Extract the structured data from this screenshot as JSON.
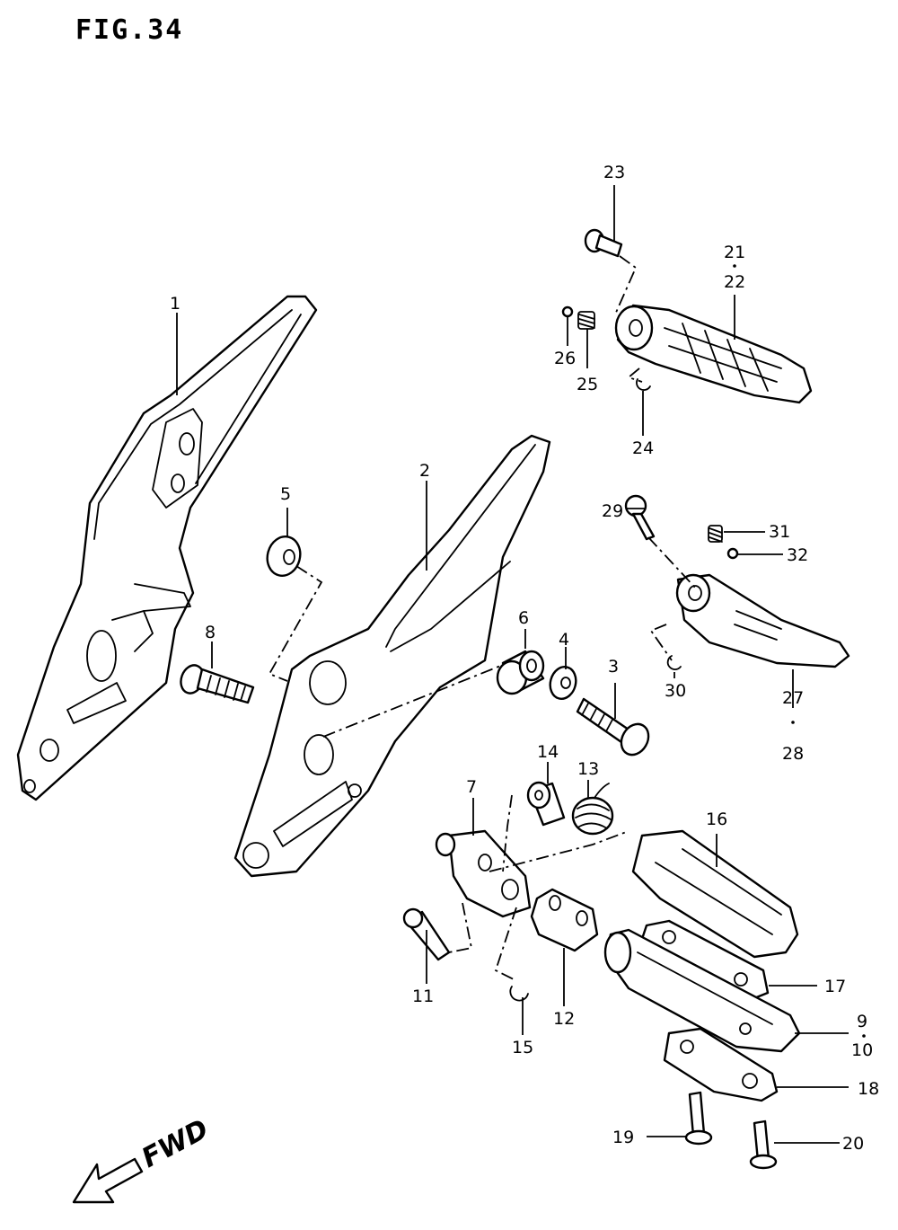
{
  "figure": {
    "title": "FIG.34",
    "fwd_label": "FWD"
  },
  "callouts": [
    {
      "id": "c1",
      "text": "1"
    },
    {
      "id": "c2",
      "text": "2"
    },
    {
      "id": "c3",
      "text": "3"
    },
    {
      "id": "c4",
      "text": "4"
    },
    {
      "id": "c5",
      "text": "5"
    },
    {
      "id": "c6",
      "text": "6"
    },
    {
      "id": "c7",
      "text": "7"
    },
    {
      "id": "c8",
      "text": "8"
    },
    {
      "id": "c9",
      "text": "9"
    },
    {
      "id": "c10",
      "text": "10"
    },
    {
      "id": "c11",
      "text": "11"
    },
    {
      "id": "c12",
      "text": "12"
    },
    {
      "id": "c13",
      "text": "13"
    },
    {
      "id": "c14",
      "text": "14"
    },
    {
      "id": "c15",
      "text": "15"
    },
    {
      "id": "c16",
      "text": "16"
    },
    {
      "id": "c17",
      "text": "17"
    },
    {
      "id": "c18",
      "text": "18"
    },
    {
      "id": "c19",
      "text": "19"
    },
    {
      "id": "c20",
      "text": "20"
    },
    {
      "id": "c21",
      "text": "21"
    },
    {
      "id": "c22",
      "text": "22"
    },
    {
      "id": "c23",
      "text": "23"
    },
    {
      "id": "c24",
      "text": "24"
    },
    {
      "id": "c25",
      "text": "25"
    },
    {
      "id": "c26",
      "text": "26"
    },
    {
      "id": "c27",
      "text": "27"
    },
    {
      "id": "c28",
      "text": "28"
    },
    {
      "id": "c29",
      "text": "29"
    },
    {
      "id": "c30",
      "text": "30"
    },
    {
      "id": "c31",
      "text": "31"
    },
    {
      "id": "c32",
      "text": "32"
    }
  ]
}
